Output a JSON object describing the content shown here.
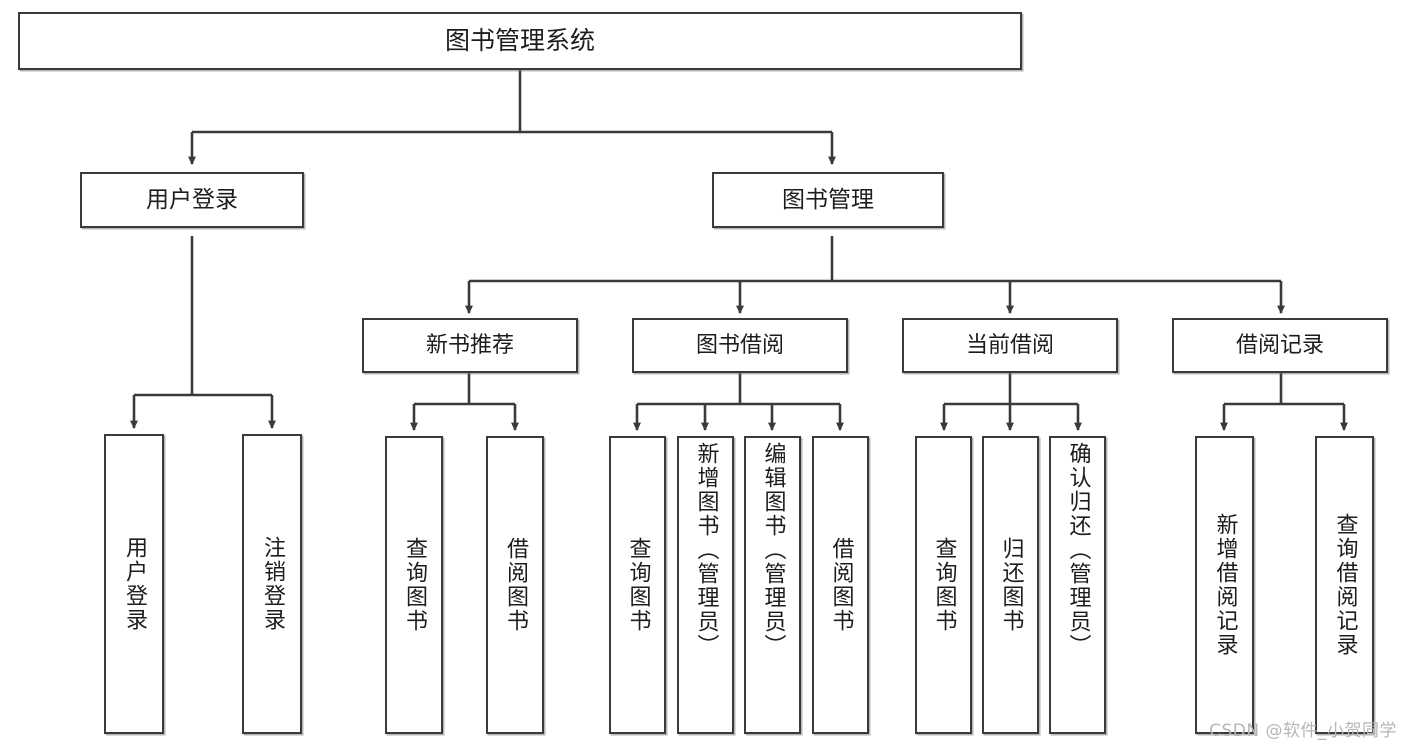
{
  "diagram": {
    "title": "图书管理系统",
    "type": "tree-hierarchy",
    "root": {
      "id": "root",
      "label": "图书管理系统"
    },
    "level1": [
      {
        "id": "user-login",
        "label": "用户登录"
      },
      {
        "id": "book-manage",
        "label": "图书管理"
      }
    ],
    "level2": [
      {
        "id": "new-book-rec",
        "label": "新书推荐",
        "parent": "book-manage"
      },
      {
        "id": "book-borrow",
        "label": "图书借阅",
        "parent": "book-manage"
      },
      {
        "id": "current-borrow",
        "label": "当前借阅",
        "parent": "book-manage"
      },
      {
        "id": "borrow-record",
        "label": "借阅记录",
        "parent": "book-manage"
      }
    ],
    "leaves": [
      {
        "id": "leaf-user-login",
        "label": "用户登录",
        "parent": "user-login"
      },
      {
        "id": "leaf-logout",
        "label": "注销登录",
        "parent": "user-login"
      },
      {
        "id": "leaf-query-book-1",
        "label": "查询图书",
        "parent": "new-book-rec"
      },
      {
        "id": "leaf-borrow-book-1",
        "label": "借阅图书",
        "parent": "new-book-rec"
      },
      {
        "id": "leaf-query-book-2",
        "label": "查询图书",
        "parent": "book-borrow"
      },
      {
        "id": "leaf-add-book",
        "label": "新增图书（管理员）",
        "parent": "book-borrow"
      },
      {
        "id": "leaf-edit-book",
        "label": "编辑图书（管理员）",
        "parent": "book-borrow"
      },
      {
        "id": "leaf-borrow-book-2",
        "label": "借阅图书",
        "parent": "book-borrow"
      },
      {
        "id": "leaf-query-book-3",
        "label": "查询图书",
        "parent": "current-borrow"
      },
      {
        "id": "leaf-return-book",
        "label": "归还图书",
        "parent": "current-borrow"
      },
      {
        "id": "leaf-confirm-return",
        "label": "确认归还（管理员）",
        "parent": "current-borrow"
      },
      {
        "id": "leaf-add-record",
        "label": "新增借阅记录",
        "parent": "borrow-record"
      },
      {
        "id": "leaf-query-record",
        "label": "查询借阅记录",
        "parent": "borrow-record"
      }
    ],
    "watermark": "CSDN @软件_小贺同学",
    "colors": {
      "stroke": "#3a3a3a",
      "fill": "#ffffff",
      "text": "#1d1d1d",
      "watermark": "#b6b6b6"
    }
  }
}
